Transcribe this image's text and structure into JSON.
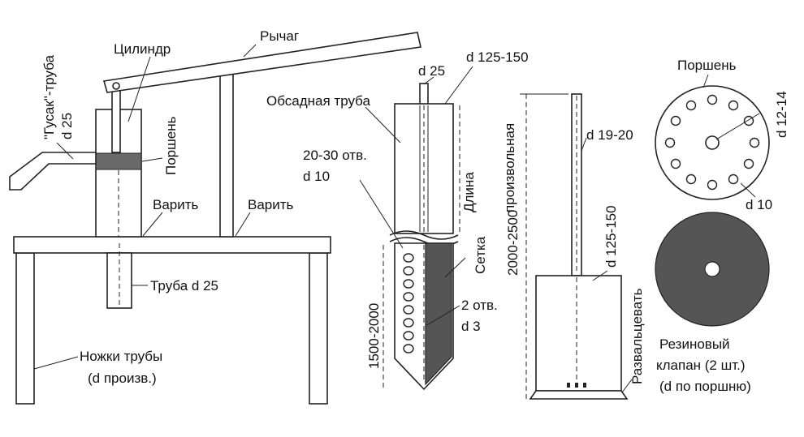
{
  "labels": {
    "lever": "Рычаг",
    "cylinder": "Цилиндр",
    "gooseneck_line1": "\"Гусак\"-труба",
    "gooseneck_line2": "d 25",
    "piston_left": "Поршень",
    "weld1": "Варить",
    "weld2": "Варить",
    "pipe_d25": "Труба d 25",
    "legs_line1": "Ножки трубы",
    "legs_line2": "(d произв.)",
    "d25": "d 25",
    "d125_150_top": "d 125-150",
    "casing": "Обсадная труба",
    "holes_line1": "20-30 отв.",
    "holes_line2": "d 10",
    "length_line1": "Длина",
    "length_line2": "произвольная",
    "mesh": "Сетка",
    "two_holes_line1": "2 отв.",
    "two_holes_line2": "d 3",
    "len_1500_2000": "1500-2000",
    "len_2000_2500": "2000-2500",
    "d19_20": "d 19-20",
    "d125_150_side": "d 125-150",
    "flare": "Развальцевать",
    "piston_right": "Поршень",
    "d12_14": "d 12-14",
    "d10": "d 10",
    "rubber_line1": "Резиновый",
    "rubber_line2": "клапан (2 шт.)",
    "rubber_line3": "(d по поршню)"
  },
  "colors": {
    "ink": "#222222",
    "piston_fill": "#6a6a6a",
    "valve_fill": "#555555"
  }
}
